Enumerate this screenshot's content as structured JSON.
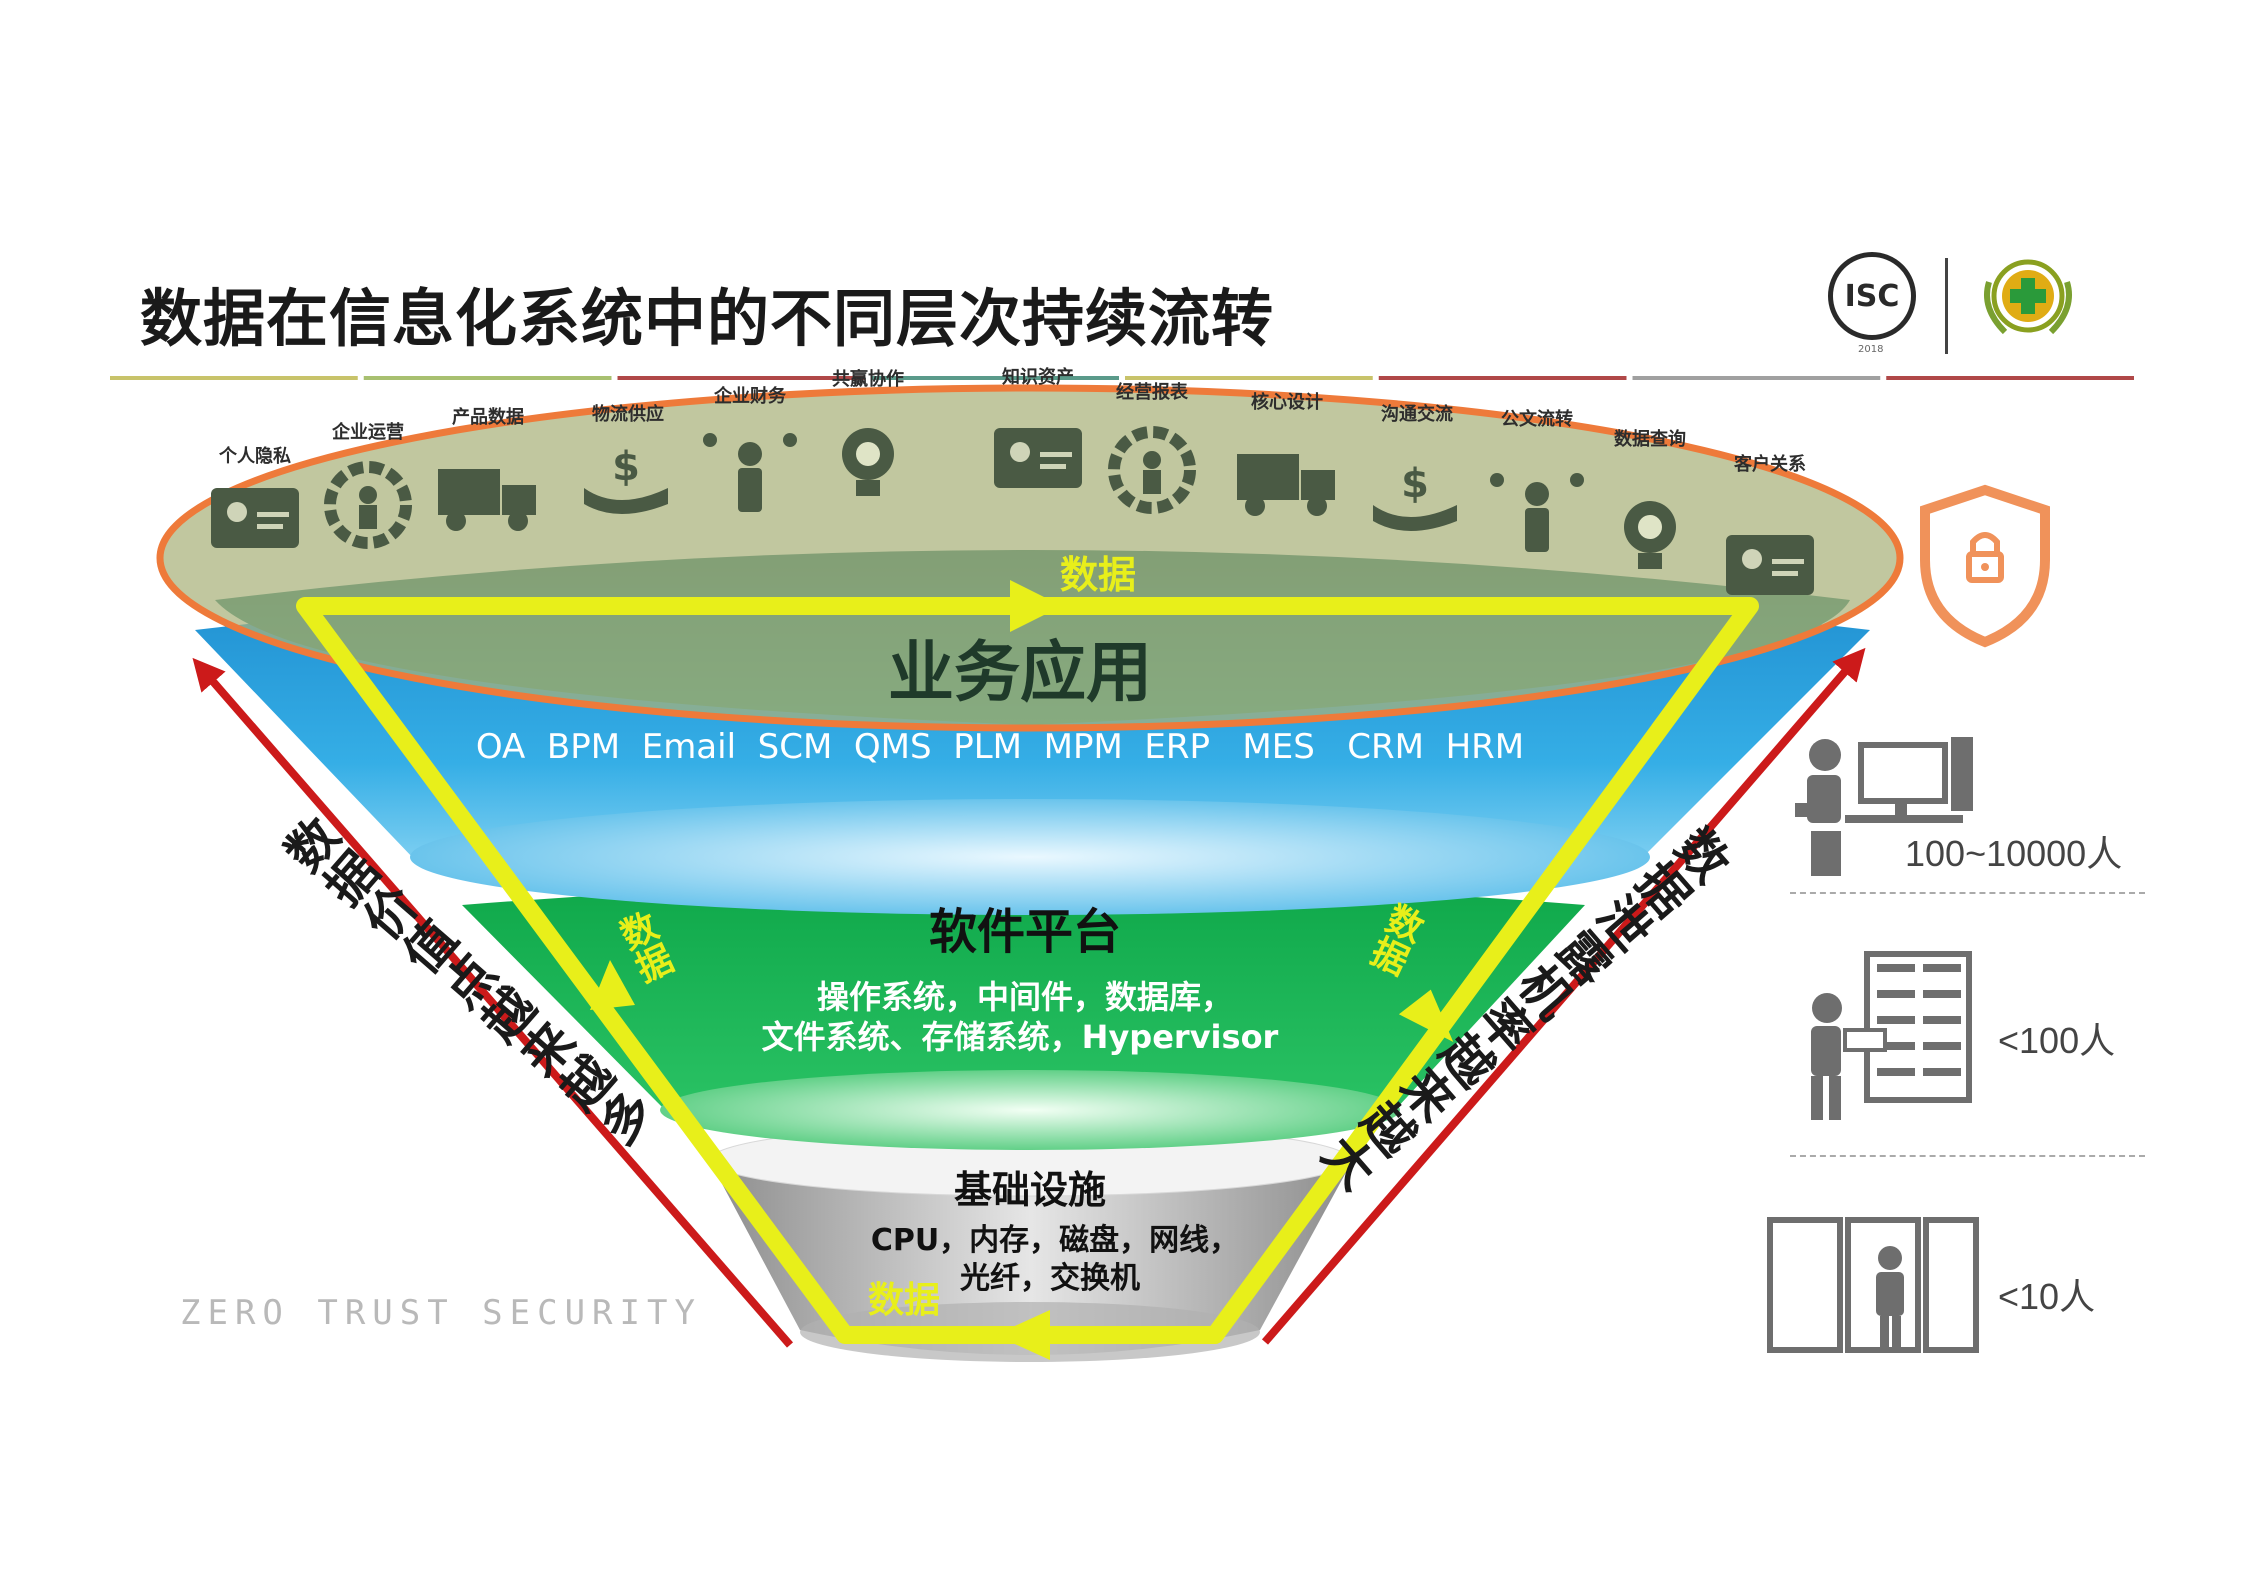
{
  "title": "数据在信息化系统中的不同层次持续流转",
  "watermark": "ZERO TRUST SECURITY",
  "logos": {
    "isc_text": "ISC",
    "isc_year": "2018"
  },
  "categories": [
    {
      "label": "个人隐私",
      "icon": "id-card-icon"
    },
    {
      "label": "企业运营",
      "icon": "gear-person-icon"
    },
    {
      "label": "产品数据",
      "icon": "gears-icon"
    },
    {
      "label": "物流供应",
      "icon": "truck-icon"
    },
    {
      "label": "企业财务",
      "icon": "money-hand-icon"
    },
    {
      "label": "共赢协作",
      "icon": "people-network-icon"
    },
    {
      "label": "知识资产",
      "icon": "lightbulb-icon"
    },
    {
      "label": "经营报表",
      "icon": "chart-magnifier-icon"
    },
    {
      "label": "核心设计",
      "icon": "compass-ruler-icon"
    },
    {
      "label": "沟通交流",
      "icon": "envelope-icon"
    },
    {
      "label": "公文流转",
      "icon": "desk-worker-icon"
    },
    {
      "label": "数据查询",
      "icon": "search-person-icon"
    },
    {
      "label": "客户关系",
      "icon": "handshake-icon"
    }
  ],
  "layers": {
    "business": {
      "title": "业务应用",
      "systems": "OA  BPM  Email  SCM  QMS  PLM  MPM  ERP   MES   CRM  HRM"
    },
    "platform": {
      "title": "软件平台",
      "line1": "操作系统，中间件，数据库，",
      "line2": "文件系统、存储系统，Hypervisor"
    },
    "infra": {
      "title": "基础设施",
      "line1": "CPU，内存，磁盘，网线，",
      "line2": "光纤，交换机"
    }
  },
  "flow_labels": {
    "top": "数据",
    "left": "数据",
    "right": "数据",
    "bottom": "数据"
  },
  "side_left": "数据价值点越来越多",
  "side_right": "数据泄露机率越来越大",
  "tiers": [
    {
      "label": "100~10000人",
      "icon": "office-worker-icon"
    },
    {
      "label": "<100人",
      "icon": "server-admin-icon"
    },
    {
      "label": "<10人",
      "icon": "datacenter-icon"
    }
  ],
  "colors": {
    "title_line": [
      "#c8c36a",
      "#a8c070",
      "#b04848",
      "#5a9a8a",
      "#c8c36a",
      "#b04848",
      "#a0a0a0",
      "#b04848"
    ],
    "top_ellipse_stroke": "#ee7a3a",
    "top_ellipse_fill": "#a9b27a",
    "business_layer": "#2f9bd6",
    "platform_layer": "#12b04e",
    "infra_layer": "#9a9a9a",
    "flow_arrow": "#e8ef1a",
    "side_arrow": "#cc1a1a",
    "shield": "#f0925a"
  }
}
